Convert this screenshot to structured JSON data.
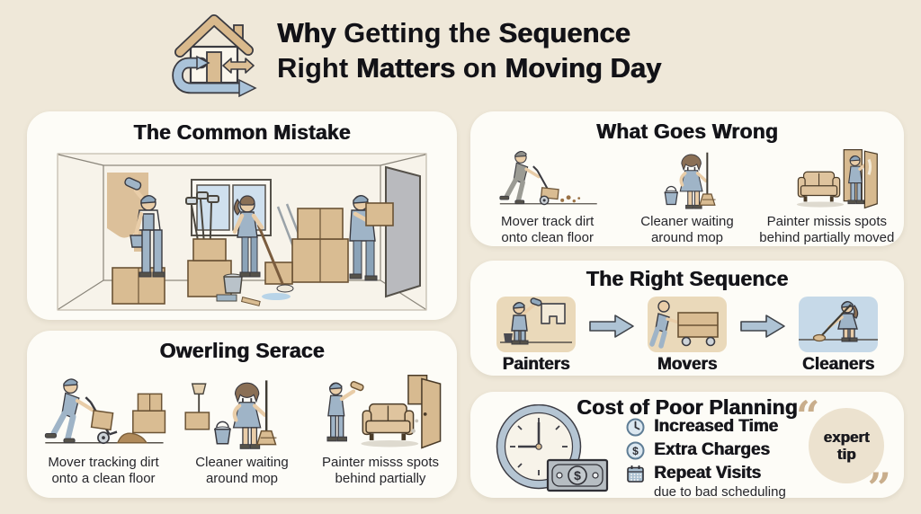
{
  "header": {
    "logo_icon": "house-with-moving-arrows-icon",
    "title_line1": {
      "a": "Why ",
      "b": "Getting the ",
      "c": "Sequence"
    },
    "title_line2": {
      "a": "Right ",
      "b": "Matters ",
      "c": "on ",
      "d": "Moving Day"
    }
  },
  "cards": {
    "common_mistake": {
      "title": "The Common Mistake",
      "illustration": "painter-cleaner-mover-all-working-at-once-in-room"
    },
    "overlapping_trades": {
      "title": "Owerling Serace",
      "scenes": [
        {
          "icon": "mover-dolly-dirt-icon",
          "caption1": "Mover tracking dirt",
          "caption2": "onto a clean floor"
        },
        {
          "icon": "cleaner-idle-mop-icon",
          "caption1": "Cleaner waiting",
          "caption2": "around mop"
        },
        {
          "icon": "painter-sofa-door-icon",
          "caption1": "Painter misss spots",
          "caption2": "behind partially"
        }
      ]
    },
    "what_goes_wrong": {
      "title": "What Goes Wrong",
      "scenes": [
        {
          "icon": "mover-dolly-dirt-icon",
          "caption1": "Mover track dirt",
          "caption2": "onto clean floor"
        },
        {
          "icon": "cleaner-idle-mop-icon",
          "caption1": "Cleaner waiting",
          "caption2": "around mop"
        },
        {
          "icon": "painter-sofa-door-icon",
          "caption1": "Painter missis spots",
          "caption2": "behind partially moved"
        }
      ]
    },
    "right_sequence": {
      "title": "The Right Sequence",
      "steps": [
        {
          "icon": "painter-tile-icon",
          "label": "Painters"
        },
        {
          "icon": "mover-cart-tile-icon",
          "label": "Movers"
        },
        {
          "icon": "cleaner-mopping-tile-icon",
          "label": "Cleaners"
        }
      ]
    },
    "cost_of_poor_planning": {
      "title": "Cost of Poor Planning",
      "illustration": "clock-and-dollar-bill",
      "items": [
        {
          "icon": "clock-icon",
          "label": "Increased Time"
        },
        {
          "icon": "dollar-icon",
          "label": "Extra Charges"
        },
        {
          "icon": "calendar-icon",
          "label": "Repeat Visits"
        }
      ],
      "subtext": "due to bad scheduling",
      "tip": {
        "line1": "expert",
        "line2": "tip"
      }
    }
  },
  "colors": {
    "background": "#efe8d9",
    "card": "#fdfcf7",
    "text_dark": "#17171c",
    "tan_box": "#d9bc92",
    "tan_tile": "#ead9ba",
    "blue_tile": "#c6d9e8",
    "blue_gray": "#9fb4c7",
    "arrow_blue": "#aec3d4",
    "quote_tan": "#c9ae8c"
  }
}
